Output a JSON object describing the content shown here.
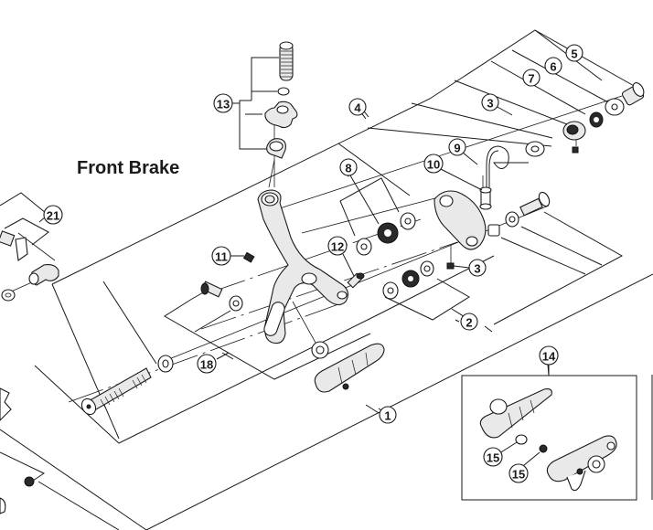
{
  "diagram": {
    "title": "Front Brake",
    "callouts": [
      {
        "id": "c1",
        "label": "1",
        "part": "brake-caliper-assembly"
      },
      {
        "id": "c2",
        "label": "2",
        "part": "washer-set-lower"
      },
      {
        "id": "c3a",
        "label": "3",
        "part": "set-screw-upper"
      },
      {
        "id": "c3b",
        "label": "3",
        "part": "set-screw-lower"
      },
      {
        "id": "c4",
        "label": "4",
        "part": "arm-unit-assembly"
      },
      {
        "id": "c5",
        "label": "5",
        "part": "pivot-nut"
      },
      {
        "id": "c6",
        "label": "6",
        "part": "washer"
      },
      {
        "id": "c7",
        "label": "7",
        "part": "adjusting-nut"
      },
      {
        "id": "c8",
        "label": "8",
        "part": "washer-set-upper"
      },
      {
        "id": "c9",
        "label": "9",
        "part": "return-spring"
      },
      {
        "id": "c10",
        "label": "10",
        "part": "spring-bushing"
      },
      {
        "id": "c11",
        "label": "11",
        "part": "centering-screw"
      },
      {
        "id": "c12",
        "label": "12",
        "part": "cable-fixing-bolt"
      },
      {
        "id": "c13",
        "label": "13",
        "part": "cable-adjusting-unit"
      },
      {
        "id": "c14",
        "label": "14",
        "part": "brake-shoe-set"
      },
      {
        "id": "c15a",
        "label": "15",
        "part": "shoe-fixing-screw"
      },
      {
        "id": "c15b",
        "label": "15",
        "part": "shoe-fixing-screw"
      },
      {
        "id": "c18",
        "label": "18",
        "part": "shoe-fixing-bolt-set"
      },
      {
        "id": "c21",
        "label": "21",
        "part": "cable-fixing-unit"
      }
    ]
  }
}
